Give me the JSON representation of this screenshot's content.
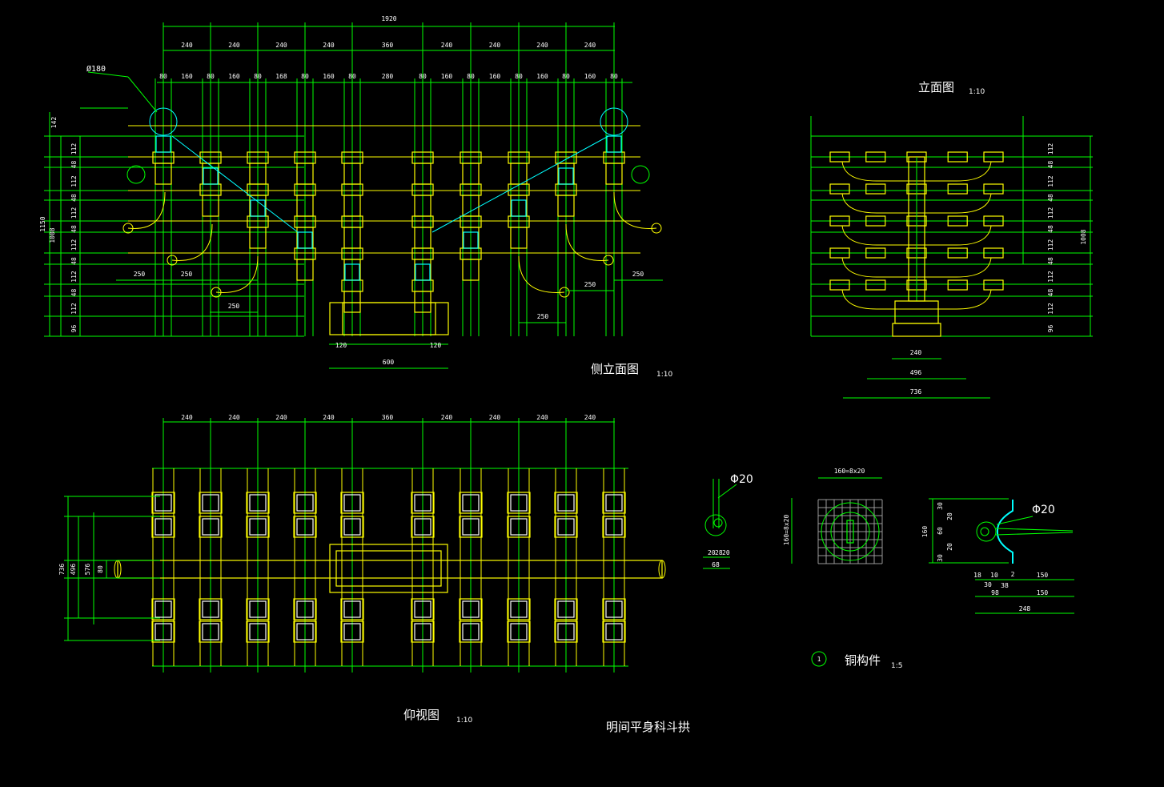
{
  "colors": {
    "background": "#000000",
    "dimension": "#00ff00",
    "member": "#ffff00",
    "section": "#00ffff",
    "text": "#ffffff",
    "grid": "#999999"
  },
  "side_elevation": {
    "title": "侧立面图",
    "scale": "1:10",
    "overall": "1920",
    "spacing": [
      "240",
      "240",
      "240",
      "240",
      "360",
      "240",
      "240",
      "240",
      "240"
    ],
    "detail": [
      "80",
      "160",
      "80",
      "160",
      "80",
      "168",
      "80",
      "160",
      "80",
      "280",
      "80",
      "160",
      "80",
      "160",
      "80",
      "160",
      "80",
      "160",
      "80"
    ],
    "diameter": "Ø180",
    "left_total": "1150",
    "left_sub": "1008",
    "left_top": "142",
    "left_rows": [
      "112",
      "48",
      "112",
      "48",
      "112",
      "48",
      "112",
      "48",
      "112",
      "48",
      "112",
      "96"
    ],
    "arm": [
      "250",
      "250",
      "250",
      "250",
      "250",
      "250"
    ],
    "base": [
      "120",
      "120",
      "600"
    ]
  },
  "front_elevation": {
    "title": "立面图",
    "scale": "1:10",
    "right_rows": [
      "112",
      "48",
      "112",
      "48",
      "112",
      "48",
      "112",
      "48",
      "112",
      "48",
      "112",
      "96"
    ],
    "total": "1008",
    "bottom": [
      "240",
      "496",
      "736"
    ]
  },
  "plan_view": {
    "title": "仰视图",
    "scale": "1:10",
    "spacing": [
      "240",
      "240",
      "240",
      "240",
      "360",
      "240",
      "240",
      "240",
      "240"
    ],
    "left": [
      "736",
      "496",
      "576",
      "80"
    ]
  },
  "copper_part": {
    "marker": "1",
    "title": "铜构件",
    "scale": "1:5",
    "hook": {
      "phi": "Φ20",
      "dims": [
        "20",
        "28",
        "20"
      ],
      "total": "68"
    },
    "plate": {
      "w": "160=8x20",
      "h": "160=8x20"
    },
    "bolt": {
      "phi": "Φ20",
      "v": [
        "30",
        "20",
        "60",
        "20",
        "30"
      ],
      "vtotal": "160",
      "h1": [
        "18",
        "10",
        "2",
        "150"
      ],
      "h2": [
        "30",
        "38"
      ],
      "h3": [
        "98",
        "150"
      ],
      "total": "248"
    }
  },
  "drawing_title": "明间平身科斗拱"
}
